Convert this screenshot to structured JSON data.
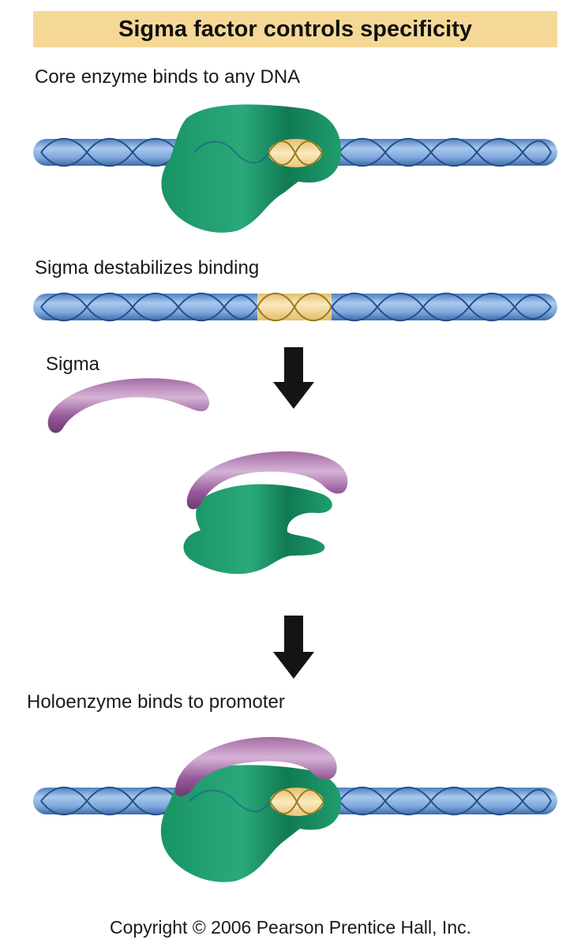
{
  "title": "Sigma factor controls specificity",
  "steps": {
    "core": "Core enzyme binds to any DNA",
    "destabilize": "Sigma destabilizes binding",
    "sigma": "Sigma",
    "holo": "Holoenzyme binds to promoter"
  },
  "copyright": "Copyright © 2006 Pearson Prentice Hall, Inc.",
  "colors": {
    "banner": "#f6d896",
    "dna": "#7ea7dc",
    "dna_strand": "#24508c",
    "promoter": "#f3d99b",
    "promoter_strand": "#9a7a1e",
    "core_enzyme": "#1f9e6e",
    "sigma": "#8c4f8c",
    "arrow": "#141414"
  }
}
